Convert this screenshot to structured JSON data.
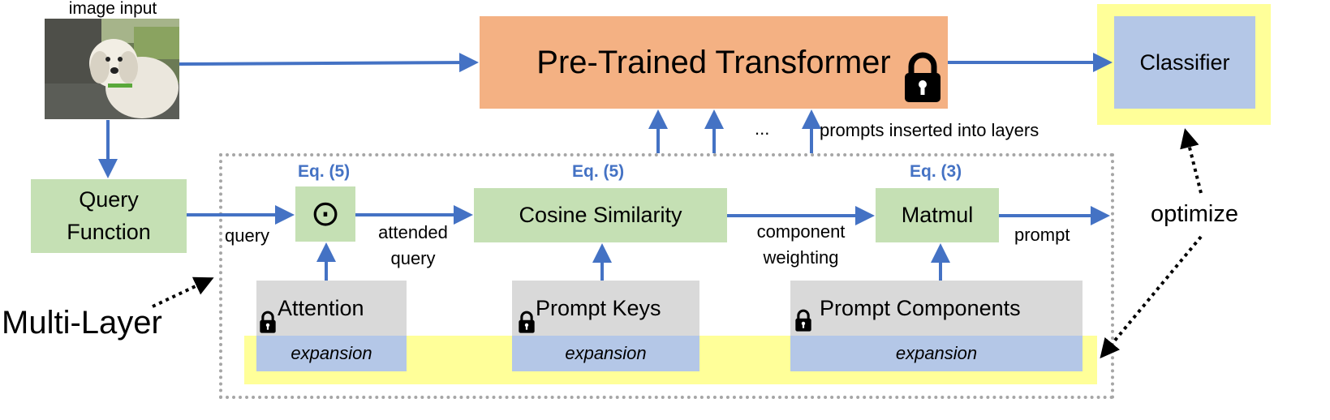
{
  "image_input_label": "image input",
  "transformer": {
    "label": "Pre-Trained Transformer"
  },
  "classifier": {
    "label": "Classifier"
  },
  "query_function": {
    "label": "Query Function"
  },
  "multi_layer_label": "Multi-Layer",
  "optimize_label": "optimize",
  "ellipsis": "...",
  "prompts_inserted_label": "prompts inserted into layers",
  "eq_labels": {
    "hadamard": "Eq. (5)",
    "cosine": "Eq. (5)",
    "matmul": "Eq. (3)"
  },
  "hadamard_symbol": "⊙",
  "cosine_label": "Cosine Similarity",
  "matmul_label": "Matmul",
  "edge_labels": {
    "query": "query",
    "attended_query": "attended query",
    "component_weighting": "component weighting",
    "prompt": "prompt"
  },
  "attention": {
    "label": "Attention",
    "expansion": "expansion"
  },
  "prompt_keys": {
    "label": "Prompt Keys",
    "expansion": "expansion"
  },
  "prompt_components": {
    "label": "Prompt Components",
    "expansion": "expansion"
  },
  "colors": {
    "arrow_blue": "#4472c4",
    "transformer": "#f4b183",
    "classifier": "#b4c7e7",
    "highlight_yellow": "#ffff99",
    "green_box": "#c5e0b4",
    "grey_box": "#d9d9d9",
    "dashed_border": "#a6a6a6"
  },
  "icons": [
    "lock-icon",
    "dog-photo"
  ]
}
